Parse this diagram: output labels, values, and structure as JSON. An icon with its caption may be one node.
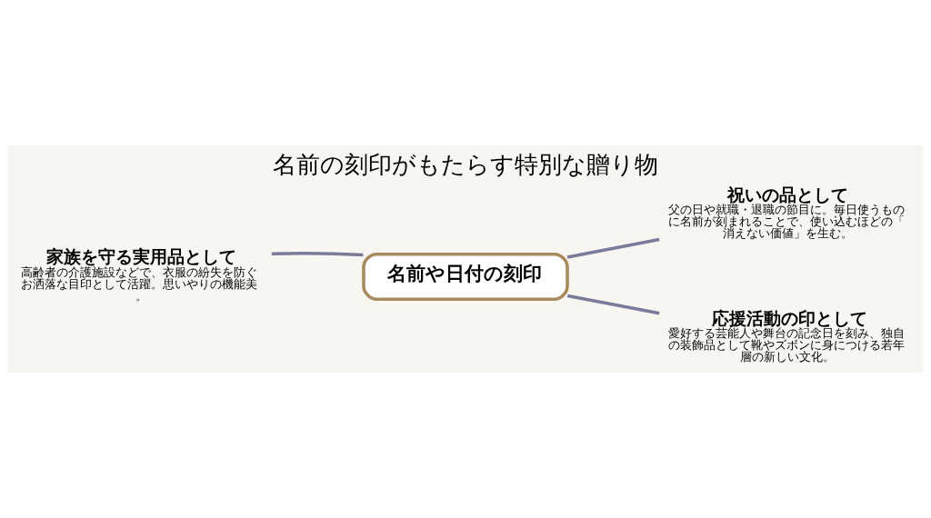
{
  "diagram": {
    "title": "名前の刻印がもたらす特別な贈り物",
    "nodes": [
      {
        "text": [
          "名前や日付の刻印"
        ]
      },
      {
        "text": [
          "祝いの品として",
          "父の日や就職・退職の節目に。毎日使うものに名前が刻まれることで、使い込むほどの「消えない価値」を生む。"
        ]
      },
      {
        "text": [
          "家族を守る実用品として",
          "高齢者の介護施設などで、衣服の紛失を防ぐお洒落な目印として活躍。思いやりの機能美。"
        ]
      },
      {
        "text": [
          "応援活動の印として",
          "愛好する芸能人や舞台の記念日を刻み、独自の装飾品として靴やズボンに身につける若年層の新しい文化。"
        ]
      }
    ],
    "edges": [
      {
        "from": 0,
        "to": 1,
        "arrow": "none"
      },
      {
        "from": 0,
        "to": 2,
        "arrow": "none"
      },
      {
        "from": 0,
        "to": 3,
        "arrow": "none"
      }
    ]
  }
}
